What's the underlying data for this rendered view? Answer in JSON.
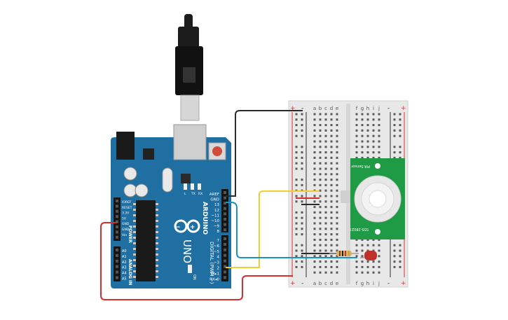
{
  "board": {
    "brand_vertical": "ARDUINO",
    "model_vertical": "UNO",
    "brand_color": "#1f6fa3",
    "pin_labels_top": [
      "AREF",
      "GND",
      "13",
      "12",
      "~11",
      "~10",
      "~9",
      "8",
      "7",
      "~6",
      "~5",
      "4",
      "~3",
      "2",
      "TX▸1",
      "RX◂0"
    ],
    "digital_label": "DIGITAL (PWM ~)",
    "power_labels": [
      "IOREF",
      "RESET",
      "3.3V",
      "5V",
      "GND",
      "GND",
      "Vin"
    ],
    "power_title": "POWER",
    "analog_labels": [
      "A0",
      "A1",
      "A2",
      "A3",
      "A4",
      "A5"
    ],
    "analog_title": "ANALOG IN",
    "led_labels": [
      "L",
      "TX",
      "RX"
    ],
    "on_label": "ON"
  },
  "breadboard": {
    "columns_left": [
      "a",
      "b",
      "c",
      "d",
      "e"
    ],
    "columns_right": [
      "f",
      "g",
      "h",
      "i",
      "j"
    ],
    "rail_plus": "+",
    "rail_minus": "-"
  },
  "pir_sensor": {
    "top_label": "PIR Sensor",
    "bottom_label": "555-28027"
  },
  "wire_colors": {
    "black": "#2b2b2b",
    "red": "#d62f2f",
    "yellow": "#f2cf2e",
    "blue": "#1a93c4"
  }
}
